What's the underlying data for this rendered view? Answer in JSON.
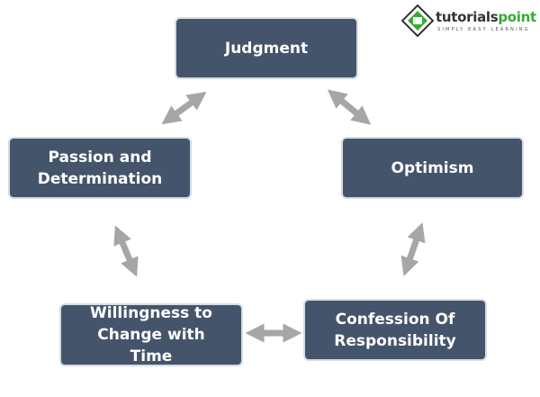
{
  "logo": {
    "name_part1": "tutorials",
    "name_part2": "point",
    "tagline": "SIMPLY EASY LEARNING"
  },
  "nodes": [
    {
      "id": "judgment",
      "label": "Judgment"
    },
    {
      "id": "passion",
      "label": "Passion and Determination"
    },
    {
      "id": "optimism",
      "label": "Optimism"
    },
    {
      "id": "willingness",
      "label": "Willingness to Change with Time"
    },
    {
      "id": "confession",
      "label": "Confession Of Responsibility"
    }
  ],
  "edges": [
    {
      "from": "judgment",
      "to": "passion",
      "type": "bidirectional"
    },
    {
      "from": "judgment",
      "to": "optimism",
      "type": "bidirectional"
    },
    {
      "from": "passion",
      "to": "willingness",
      "type": "bidirectional"
    },
    {
      "from": "optimism",
      "to": "confession",
      "type": "bidirectional"
    },
    {
      "from": "willingness",
      "to": "confession",
      "type": "bidirectional"
    }
  ],
  "colors": {
    "box": "#44546a",
    "arrow": "#a6a6a6",
    "text": "#ffffff"
  }
}
